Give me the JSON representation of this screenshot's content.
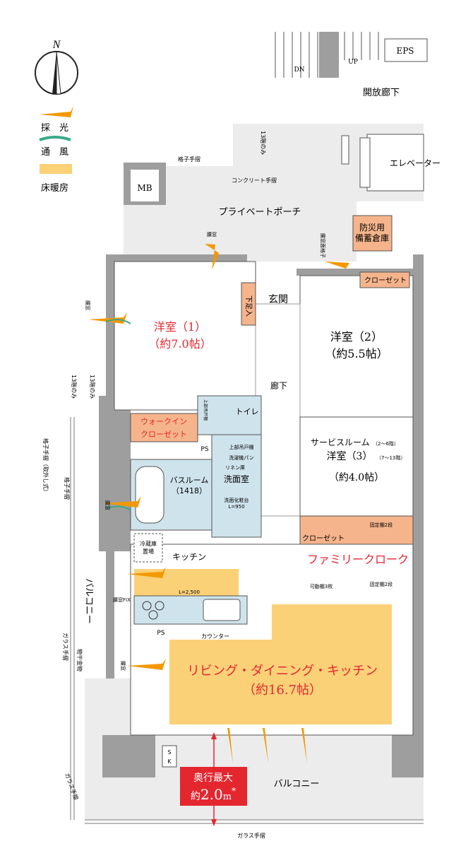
{
  "legend": {
    "north": "N",
    "items": [
      {
        "label": "採　光",
        "color": "#f39800"
      },
      {
        "label": "通　風",
        "color": "#3aa98a"
      },
      {
        "label": "床暖房",
        "color": "#fbd178"
      }
    ]
  },
  "colors": {
    "floor_heating": "#fbd178",
    "closet": "#f5b48c",
    "wet": "#cfe3ec",
    "wall": "#9e9e9e",
    "accent_red": "#e4262f"
  },
  "common": {
    "corridor": "開放廊下",
    "elevator": "エレベーター",
    "eps": "EPS",
    "dn": "DN",
    "up": "UP",
    "floors_13_top": "13階のみ",
    "floors_13_left": "13階のみ",
    "floors_13_left2": "13階のみ",
    "lattice_rail_top": "格子手摺",
    "concrete_rail": "コンクリート手摺",
    "lattice_rail_side": "格子手摺",
    "removable": "格子手摺（取外し式）",
    "glass_rail_left": "ガラス手摺",
    "glass_rail_left2": "ガラス手摺",
    "glass_rail_bottom": "ガラス手摺",
    "drying_hardware": "物干金物"
  },
  "rooms": {
    "mb": "MB",
    "porch": "プライベートポーチ",
    "storage": [
      "防災用",
      "備蓄倉庫"
    ],
    "entrance": "玄関",
    "shoe": "下足入",
    "hall": "廊下",
    "bed1": {
      "name": "洋室（1）",
      "size": "（約7.0帖）"
    },
    "bed2": {
      "name": "洋室（2）",
      "size": "（約5.5帖）"
    },
    "bed3": {
      "name1": "サービスルーム",
      "note1": "（2〜6階）",
      "name2": "洋室（3）",
      "note2": "（7〜13階）",
      "size": "（約4.0帖）"
    },
    "closet": "クローゼット",
    "closet2": "クローゼット",
    "wic": [
      "ウォークイン",
      "クローゼット"
    ],
    "toilet": "トイレ",
    "toilet_shelf": [
      "上部吊戸棚"
    ],
    "ps1": "PS",
    "ps2": "PS",
    "bath": [
      "バスルーム",
      "（1418）"
    ],
    "washroom": "洗面室",
    "wash_upper": "上部吊戸棚",
    "washer": "洗濯機パン",
    "linen": "リネン庫",
    "vanity": [
      "洗面化粧台",
      "L=950"
    ],
    "fridge": [
      "冷蔵庫",
      "置場"
    ],
    "kitchen": "キッチン",
    "kitchen_len": "L=2,500",
    "counter": "カウンター",
    "family": "ファミリークローク",
    "fixed_top": "固定棚2段",
    "fixed_bottom": "固定棚2段",
    "movable": "可動棚3枚",
    "ldk": {
      "name": "リビング・ダイニング・キッチン",
      "size": "（約16.7帖）"
    },
    "balcony_side": "バルコニー",
    "balcony": "バルコニー",
    "sk": [
      "S",
      "K"
    ]
  },
  "windows": {
    "w_bed1_top": "腰窓",
    "w_bed1_left": "腰窓",
    "w_porch": "腰窓面格子",
    "w_bath": "腰窓",
    "w_kitchen": "腰窓FIX",
    "w_ldk": "腰窓",
    "lattice_window": "面格子"
  },
  "depth": {
    "label": "奥行最大",
    "prefix": "約",
    "value": "2.0",
    "unit": "m",
    "mark": "*"
  }
}
